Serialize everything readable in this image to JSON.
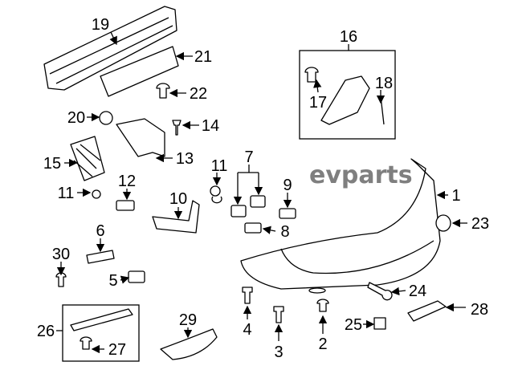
{
  "watermark": "evparts",
  "callouts": {
    "c1": "1",
    "c2": "2",
    "c3": "3",
    "c4": "4",
    "c5": "5",
    "c6": "6",
    "c7": "7",
    "c8": "8",
    "c9": "9",
    "c10": "10",
    "c11a": "11",
    "c11b": "11",
    "c12": "12",
    "c13": "13",
    "c14": "14",
    "c15": "15",
    "c16": "16",
    "c17": "17",
    "c18": "18",
    "c19": "19",
    "c20": "20",
    "c21": "21",
    "c22": "22",
    "c23": "23",
    "c24": "24",
    "c25": "25",
    "c26": "26",
    "c27": "27",
    "c28": "28",
    "c29": "29",
    "c30": "30"
  }
}
